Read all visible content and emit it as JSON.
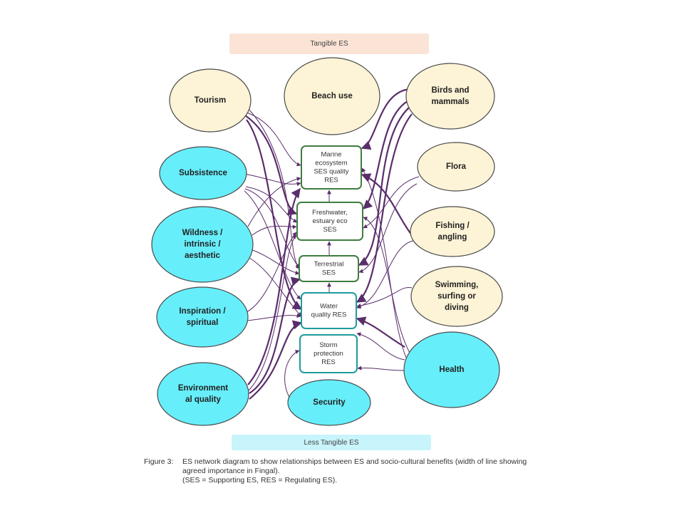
{
  "banners": {
    "top": "Tangible ES",
    "bottom": "Less Tangible ES"
  },
  "colors": {
    "tangible_fill": "#fdf3d6",
    "less_tangible_fill": "#66eefa",
    "ellipse_stroke": "#4a4a4a",
    "green_box": "#3f7d3f",
    "teal_box": "#1f9c9c",
    "line": "#5a2d6b"
  },
  "nodes": [
    {
      "id": "tourism",
      "lines": [
        "Tourism"
      ],
      "type": "tangible"
    },
    {
      "id": "beach",
      "lines": [
        "Beach use"
      ],
      "type": "tangible"
    },
    {
      "id": "birds",
      "lines": [
        "Birds and",
        "mammals"
      ],
      "type": "tangible"
    },
    {
      "id": "flora",
      "lines": [
        "Flora"
      ],
      "type": "tangible"
    },
    {
      "id": "fishing",
      "lines": [
        "Fishing /",
        "angling"
      ],
      "type": "tangible"
    },
    {
      "id": "swimming",
      "lines": [
        "Swimming,",
        "surfing or",
        "diving"
      ],
      "type": "tangible"
    },
    {
      "id": "subsistence",
      "lines": [
        "Subsistence"
      ],
      "type": "less_tangible"
    },
    {
      "id": "wildness",
      "lines": [
        "Wildness /",
        "intrinsic /",
        "aesthetic"
      ],
      "type": "less_tangible"
    },
    {
      "id": "inspiration",
      "lines": [
        "Inspiration /",
        "spiritual"
      ],
      "type": "less_tangible"
    },
    {
      "id": "environment",
      "lines": [
        "Environment",
        "al quality"
      ],
      "type": "less_tangible"
    },
    {
      "id": "security",
      "lines": [
        "Security"
      ],
      "type": "less_tangible"
    },
    {
      "id": "health",
      "lines": [
        "Health"
      ],
      "type": "less_tangible"
    }
  ],
  "boxes": [
    {
      "id": "marine",
      "lines": [
        "Marine",
        "ecosystem",
        "SES quality",
        "RES"
      ],
      "type": "green"
    },
    {
      "id": "freshwater",
      "lines": [
        "Freshwater,",
        "estuary eco",
        "SES"
      ],
      "type": "green"
    },
    {
      "id": "terrestrial",
      "lines": [
        "Terrestrial",
        "SES"
      ],
      "type": "green"
    },
    {
      "id": "water",
      "lines": [
        "Water",
        "quality RES"
      ],
      "type": "teal"
    },
    {
      "id": "storm",
      "lines": [
        "Storm",
        "protection",
        "RES"
      ],
      "type": "teal"
    }
  ],
  "caption": {
    "label": "Figure 3:",
    "text": "ES network diagram to show relationships between ES and socio-cultural benefits (width of line showing agreed importance in Fingal).",
    "note": "(SES = Supporting ES, RES = Regulating ES)."
  }
}
